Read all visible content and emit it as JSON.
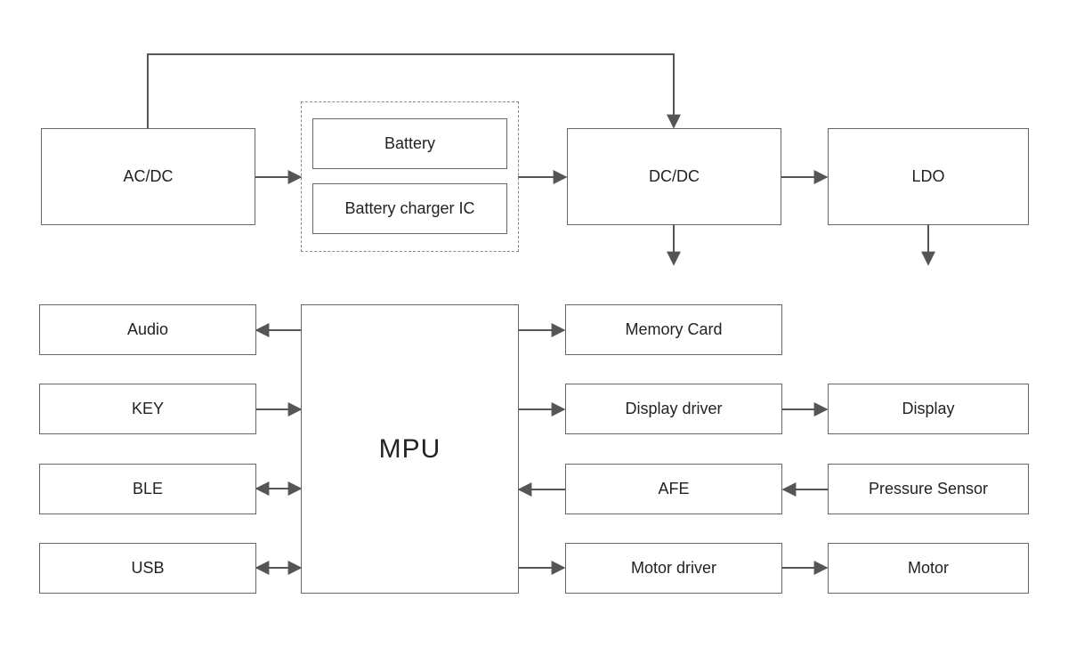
{
  "diagram": {
    "power": {
      "ac_dc": "AC/DC",
      "battery": "Battery",
      "battery_charger": "Battery charger IC",
      "dc_dc": "DC/DC",
      "ldo": "LDO"
    },
    "mpu": "MPU",
    "left": {
      "audio": "Audio",
      "key": "KEY",
      "ble": "BLE",
      "usb": "USB"
    },
    "right": {
      "memory_card": "Memory Card",
      "display_driver": "Display driver",
      "display": "Display",
      "afe": "AFE",
      "pressure_sensor": "Pressure Sensor",
      "motor_driver": "Motor driver",
      "motor": "Motor"
    }
  },
  "colors": {
    "stroke": "#666666",
    "dashed": "#888888",
    "text": "#222222",
    "background": "#ffffff"
  }
}
